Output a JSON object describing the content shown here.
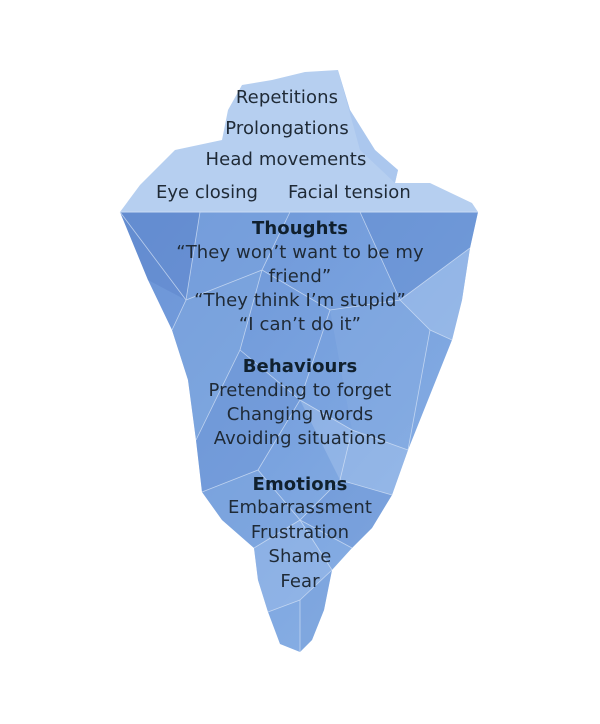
{
  "above_water": {
    "items": [
      "Repetitions",
      "Prolongations",
      "Head movements",
      "Eye closing",
      "Facial tension"
    ]
  },
  "thoughts": {
    "heading": "Thoughts",
    "lines": [
      "“They won’t want to be my",
      "friend”",
      "“They think I’m stupid”",
      "“I can’t do it”"
    ]
  },
  "behaviours": {
    "heading": "Behaviours",
    "items": [
      "Pretending to forget",
      "Changing words",
      "Avoiding situations"
    ]
  },
  "emotions": {
    "heading": "Emotions",
    "items": [
      "Embarrassment",
      "Frustration",
      "Shame",
      "Fear"
    ]
  },
  "colors": {
    "tip": "#b6cff0",
    "body": "#6f9ad9",
    "body_light": "#9dbde9",
    "body_dark": "#5b82c8",
    "text": "#1f2a36"
  }
}
